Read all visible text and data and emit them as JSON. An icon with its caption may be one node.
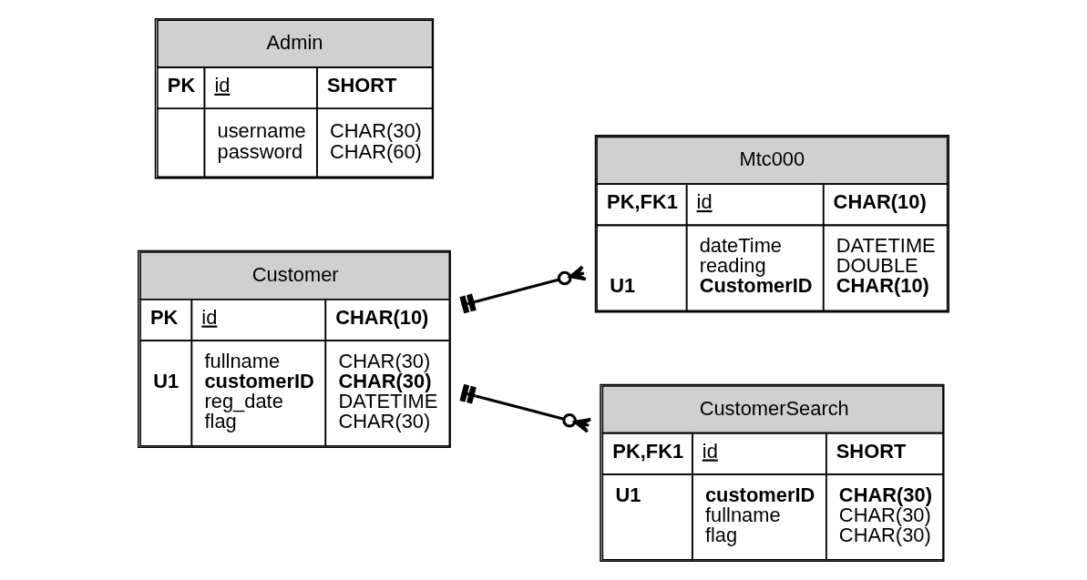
{
  "diagram": {
    "nodes": [
      {
        "text": [
          "Customer",
          "PK",
          "id",
          "CHAR(10)",
          "fullname",
          "CHAR(30)",
          "U1",
          "customerID",
          "CHAR(30)",
          "reg_date",
          "DATETIME",
          "flag",
          "CHAR(30)"
        ]
      },
      {
        "text": [
          "Mtc000",
          "PK,FK1",
          "id",
          "CHAR(10)",
          "dateTime",
          "DATETIME",
          "reading",
          "DOUBLE",
          "U1",
          "CustomerID",
          "CHAR(10)"
        ]
      },
      {
        "text": [
          "Admin",
          "PK",
          "id",
          "SHORT",
          "username",
          "CHAR(30)",
          "password",
          "CHAR(60)"
        ]
      },
      {
        "text": [
          "CustomerSearch",
          "PK,FK1",
          "id",
          "SHORT",
          "U1",
          "customerID",
          "CHAR(30)",
          "fullname",
          "CHAR(30)",
          "flag",
          "CHAR(30)"
        ]
      }
    ],
    "edges": [
      {
        "from": 0,
        "to": 1,
        "arrow": "other"
      },
      {
        "from": 0,
        "to": 3,
        "arrow": "other"
      }
    ]
  }
}
